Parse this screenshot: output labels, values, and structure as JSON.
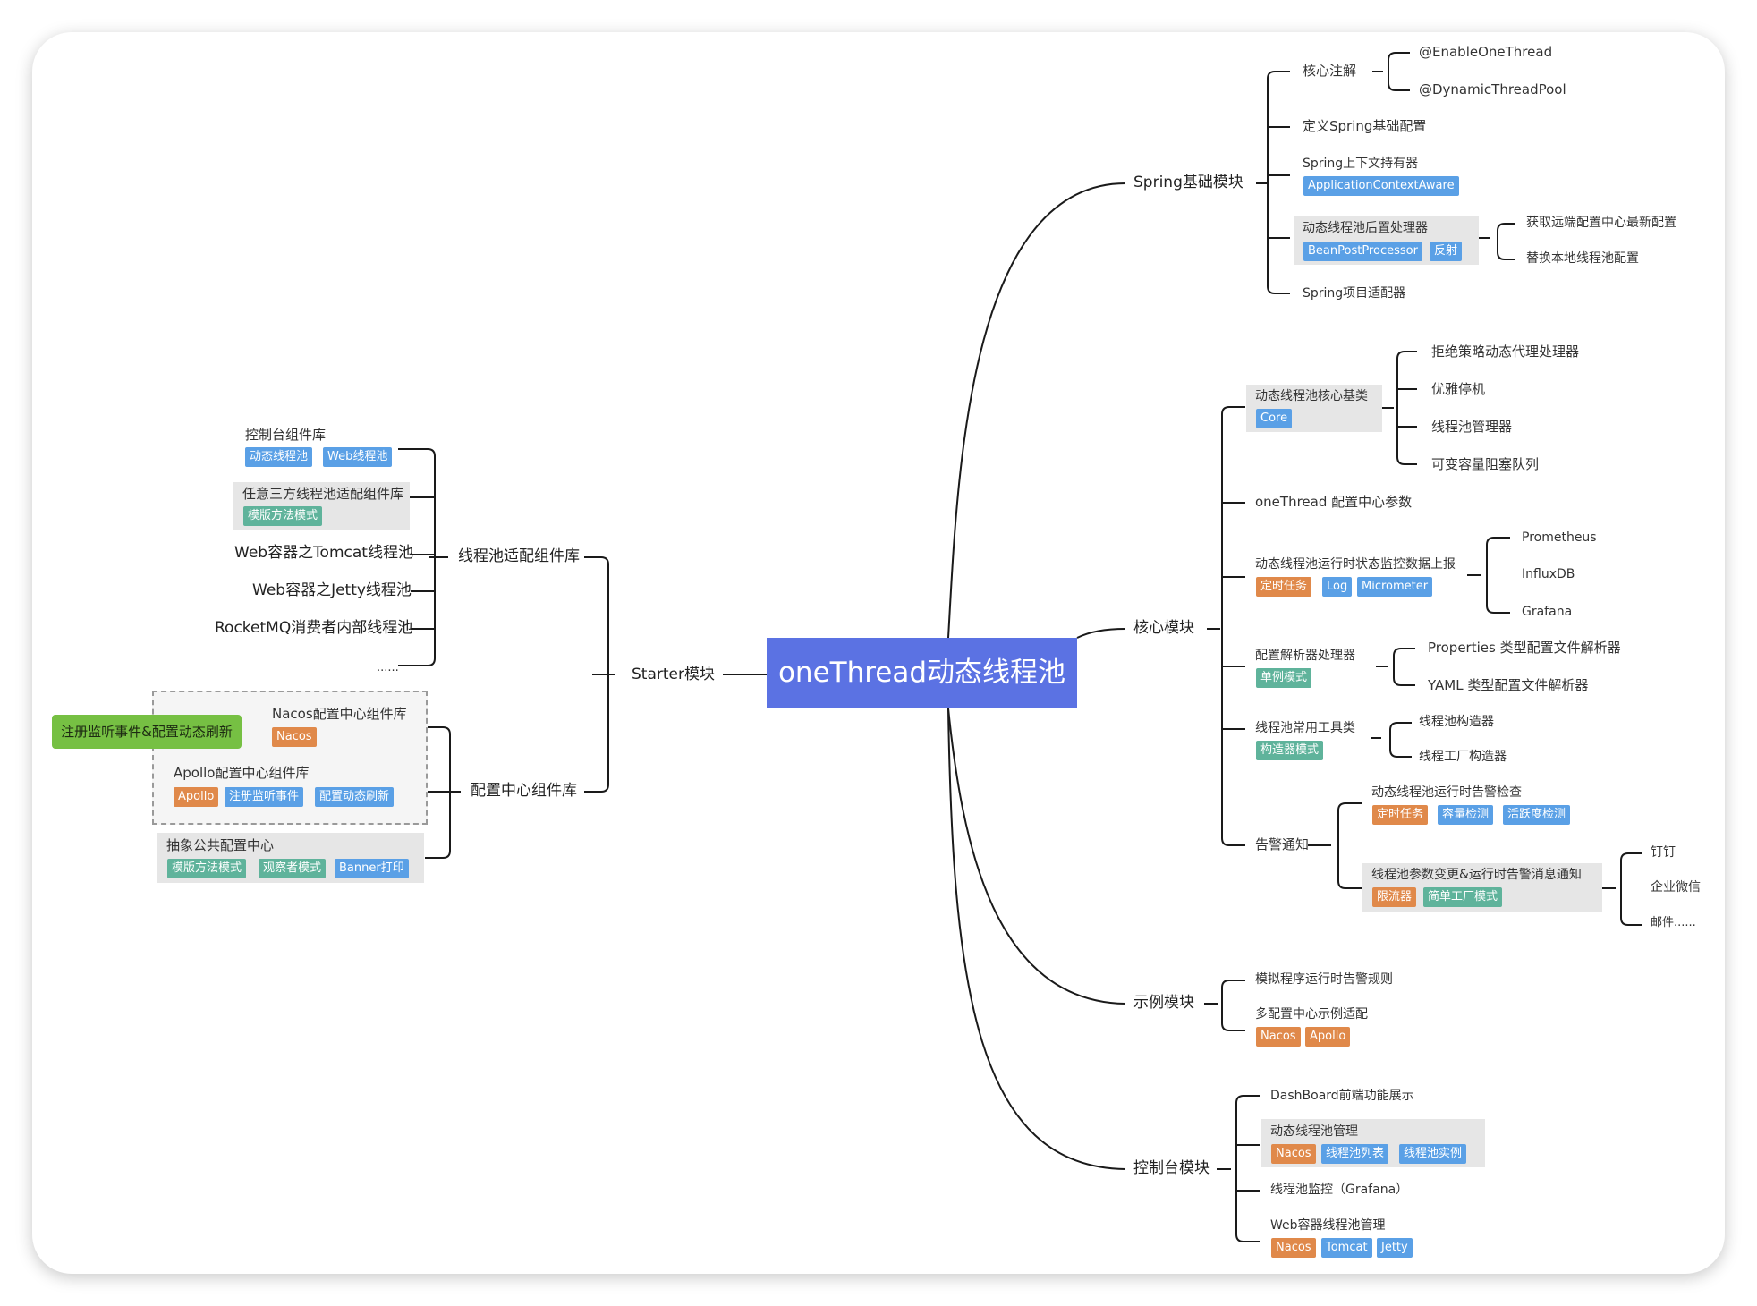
{
  "root_title": "oneThread动态线程池",
  "green_note": "注册监听事件&配置动态刷新",
  "left": {
    "starter": "Starter模块",
    "adapter_lib": "线程池适配组件库",
    "console_lib": "控制台组件库",
    "console_lib_tags": [
      "动态线程池",
      "Web线程池"
    ],
    "third_party_lib": "任意三方线程池适配组件库",
    "third_party_tags": [
      "模版方法模式"
    ],
    "tomcat": "Web容器之Tomcat线程池",
    "jetty": "Web容器之Jetty线程池",
    "rocketmq": "RocketMQ消费者内部线程池",
    "ellipsis": "......",
    "config_center_lib": "配置中心组件库",
    "nacos_lib": "Nacos配置中心组件库",
    "nacos_tags": [
      "Nacos"
    ],
    "apollo_lib": "Apollo配置中心组件库",
    "apollo_tags": [
      "Apollo",
      "注册监听事件",
      "配置动态刷新"
    ],
    "abstract_center": "抽象公共配置中心",
    "abstract_tags": [
      "模版方法模式",
      "观察者模式",
      "Banner打印"
    ]
  },
  "spring": {
    "title": "Spring基础模块",
    "annotation": "核心注解",
    "enable": "@EnableOneThread",
    "dynamic": "@DynamicThreadPool",
    "define_config": "定义Spring基础配置",
    "context_holder": "Spring上下文持有器",
    "context_tags": [
      "ApplicationContextAware"
    ],
    "post_processor": "动态线程池后置处理器",
    "post_tags": [
      "BeanPostProcessor",
      "反射"
    ],
    "fetch_remote": "获取远端配置中心最新配置",
    "replace_local": "替换本地线程池配置",
    "adapter": "Spring项目适配器"
  },
  "core": {
    "title": "核心模块",
    "base_class": "动态线程池核心基类",
    "base_tags": [
      "Core"
    ],
    "reject_proxy": "拒绝策略动态代理处理器",
    "graceful": "优雅停机",
    "manager": "线程池管理器",
    "queue": "可变容量阻塞队列",
    "config_params": "oneThread 配置中心参数",
    "monitor": "动态线程池运行时状态监控数据上报",
    "monitor_tags": [
      "定时任务",
      "Log",
      "Micrometer"
    ],
    "prometheus": "Prometheus",
    "influx": "InfluxDB",
    "grafana": "Grafana",
    "parser": "配置解析器处理器",
    "parser_tags": [
      "单例模式"
    ],
    "properties_parser": "Properties 类型配置文件解析器",
    "yaml_parser": "YAML 类型配置文件解析器",
    "tools": "线程池常用工具类",
    "tools_tags": [
      "构造器模式"
    ],
    "pool_builder": "线程池构造器",
    "factory_builder": "线程工厂构造器",
    "alarm": "告警通知",
    "alarm_check": "动态线程池运行时告警检查",
    "alarm_check_tags": [
      "定时任务",
      "容量检测",
      "活跃度检测"
    ],
    "alarm_msg": "线程池参数变更&运行时告警消息通知",
    "alarm_msg_tags": [
      "限流器",
      "简单工厂模式"
    ],
    "dingding": "钉钉",
    "wecom": "企业微信",
    "mail": "邮件......"
  },
  "example": {
    "title": "示例模块",
    "simulate": "模拟程序运行时告警规则",
    "multi_center": "多配置中心示例适配",
    "multi_tags": [
      "Nacos",
      "Apollo"
    ]
  },
  "console": {
    "title": "控制台模块",
    "dashboard": "DashBoard前端功能展示",
    "dyn_manage": "动态线程池管理",
    "dyn_tags": [
      "Nacos",
      "线程池列表",
      "线程池实例"
    ],
    "monitor": "线程池监控（Grafana）",
    "web_manage": "Web容器线程池管理",
    "web_tags": [
      "Nacos",
      "Tomcat",
      "Jetty"
    ]
  },
  "colors": {
    "root": "#5b72e3",
    "tag_blue": "#5aa0e6",
    "tag_orange": "#e0894a",
    "tag_teal": "#5fb39b",
    "note_green": "#76c043",
    "arrow_green": "#7cc54a",
    "line": "#1a1a1a"
  }
}
